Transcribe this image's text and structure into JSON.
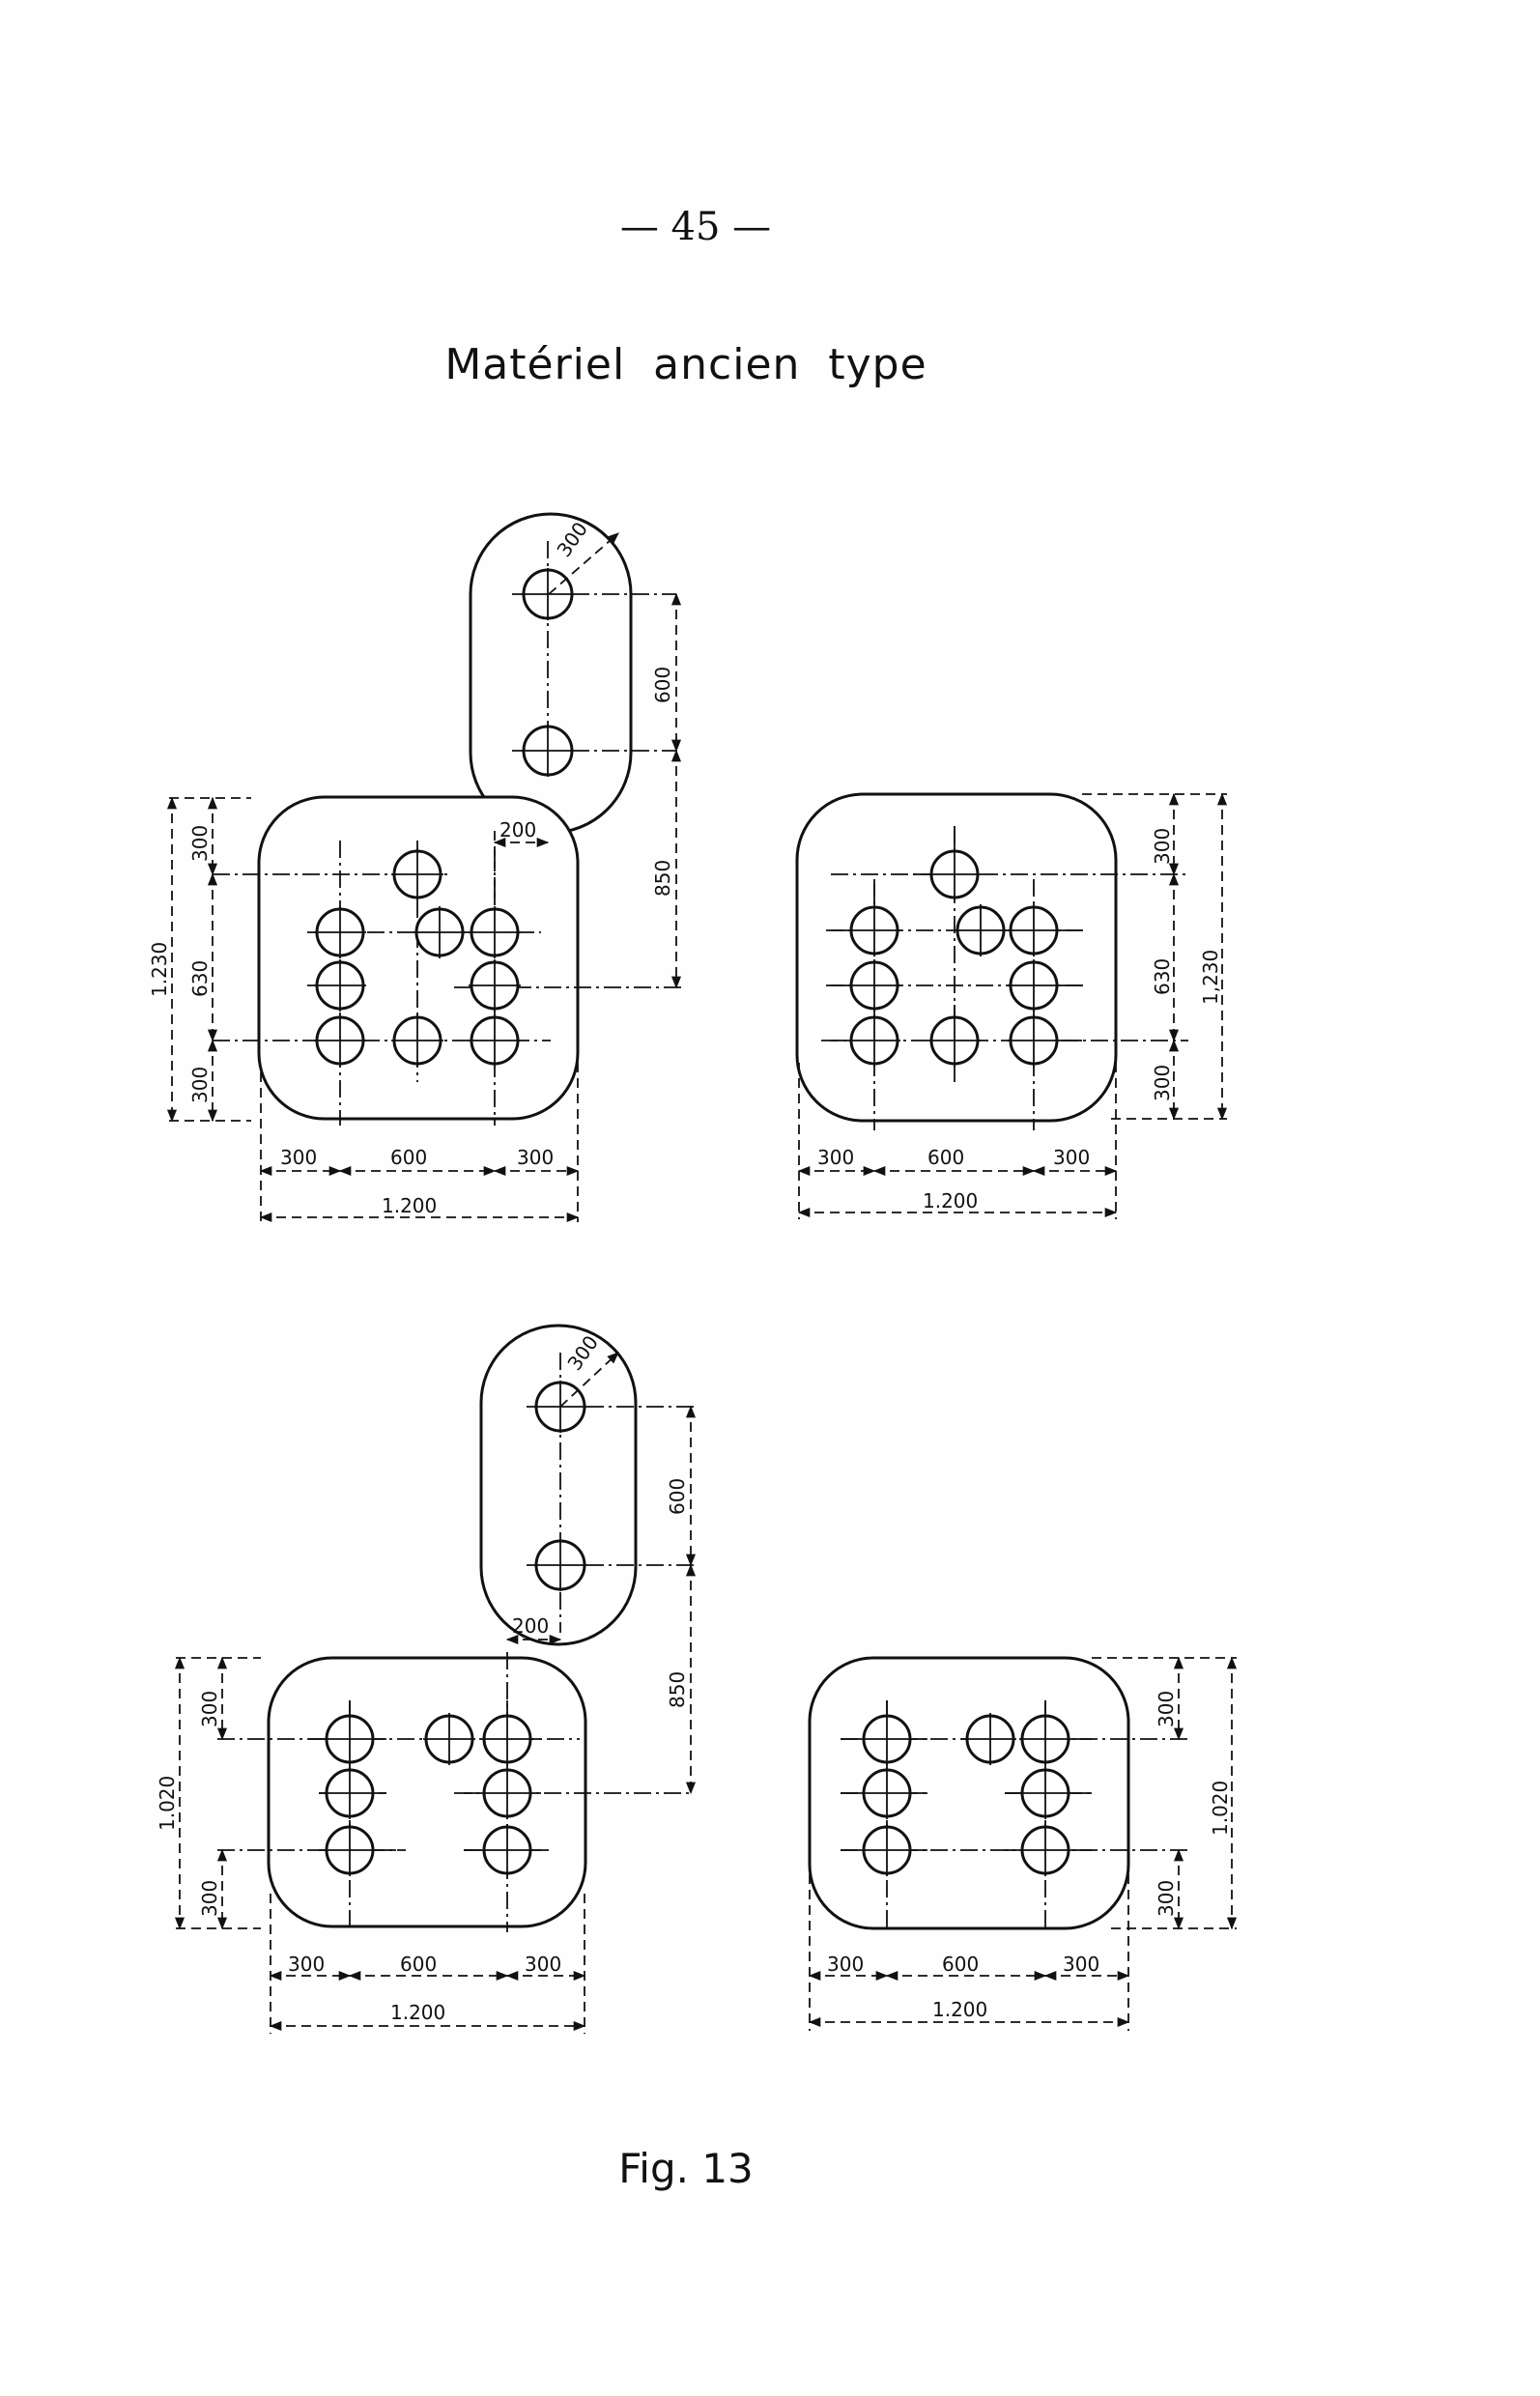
{
  "page_number": "— 45 —",
  "title": "Matériel ancien type",
  "figure_label": "Fig. 13",
  "dim": {
    "d300": "300",
    "d600": "600",
    "d630": "630",
    "d850": "850",
    "d200": "200",
    "d1200": "1.200",
    "d1230": "1.230",
    "d1230b": "1,230",
    "d1020": "1.020"
  }
}
